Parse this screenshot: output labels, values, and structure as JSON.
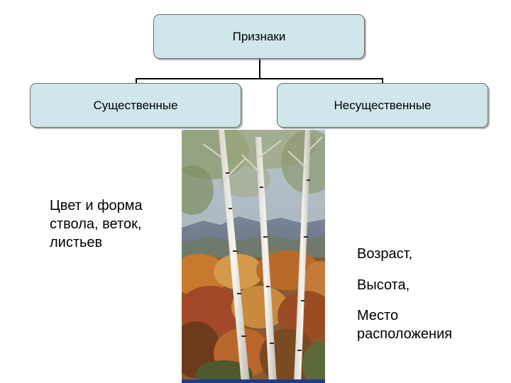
{
  "root": {
    "label": "Признаки"
  },
  "branches": {
    "left": {
      "label": "Существенные"
    },
    "right": {
      "label": "Несущественные"
    }
  },
  "essential_text": "Цвет и форма\nствола, веток,\nлистьев",
  "nonessential_items": [
    "Возраст,",
    "Высота,",
    "Место\nрасположения"
  ],
  "colors": {
    "box_fill": "#cfe6ea",
    "box_border": "#6b6b6b",
    "connector": "#000000"
  },
  "image": {
    "subject": "birch-trees-autumn-photo"
  }
}
